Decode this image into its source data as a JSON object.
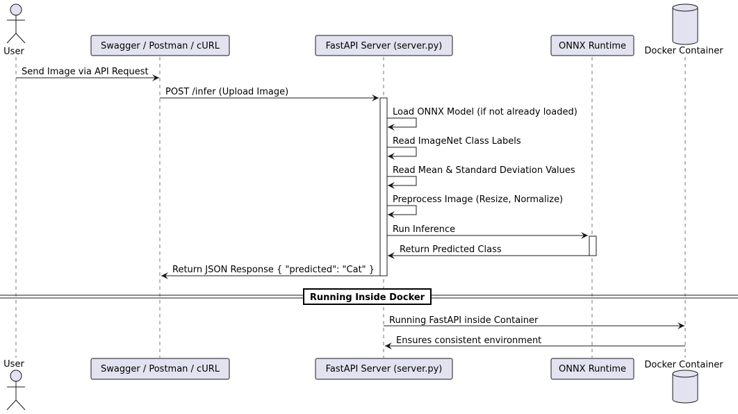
{
  "participants": [
    {
      "id": "user",
      "label": "User",
      "kind": "actor"
    },
    {
      "id": "client",
      "label": "Swagger / Postman / cURL",
      "kind": "participant"
    },
    {
      "id": "server",
      "label": "FastAPI Server (server.py)",
      "kind": "participant"
    },
    {
      "id": "onnx",
      "label": "ONNX Runtime",
      "kind": "participant"
    },
    {
      "id": "docker",
      "label": "Docker Container",
      "kind": "database"
    }
  ],
  "messages": [
    {
      "from": "user",
      "to": "client",
      "label": "Send Image via API Request"
    },
    {
      "from": "client",
      "to": "server",
      "label": "POST /infer (Upload Image)"
    },
    {
      "from": "server",
      "to": "server",
      "label": "Load ONNX Model (if not already loaded)"
    },
    {
      "from": "server",
      "to": "server",
      "label": "Read ImageNet Class Labels"
    },
    {
      "from": "server",
      "to": "server",
      "label": "Read Mean & Standard Deviation Values"
    },
    {
      "from": "server",
      "to": "server",
      "label": "Preprocess Image (Resize, Normalize)"
    },
    {
      "from": "server",
      "to": "onnx",
      "label": "Run Inference"
    },
    {
      "from": "onnx",
      "to": "server",
      "label": "Return Predicted Class"
    },
    {
      "from": "server",
      "to": "client",
      "label": "Return JSON Response { \"predicted\": \"Cat\" }"
    },
    {
      "from": "server",
      "to": "docker",
      "label": "Running FastAPI inside Container"
    },
    {
      "from": "docker",
      "to": "server",
      "label": "Ensures consistent environment"
    }
  ],
  "divider": {
    "label": "Running Inside Docker"
  }
}
